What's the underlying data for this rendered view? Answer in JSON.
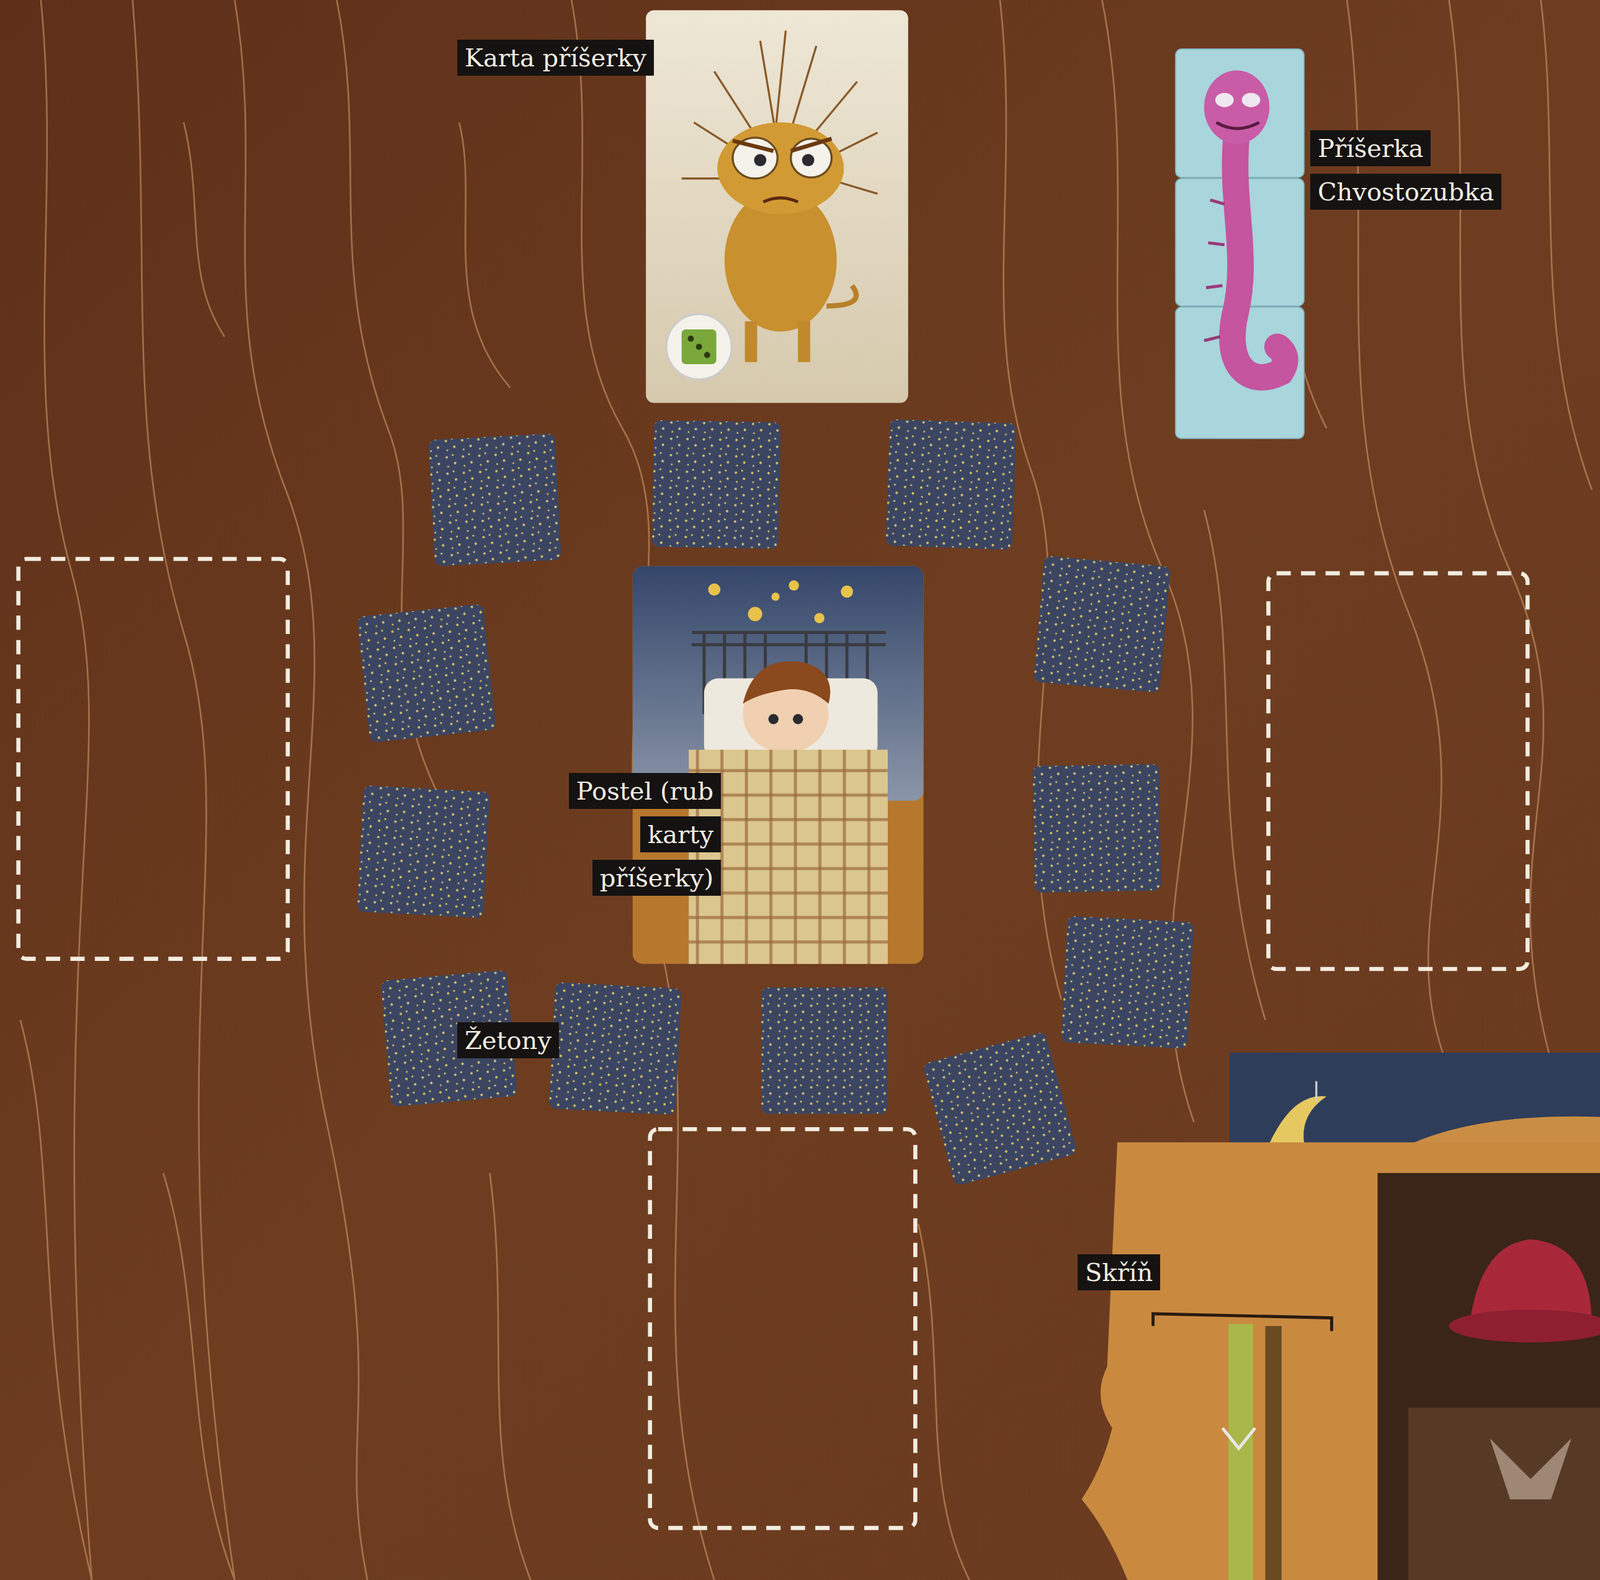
{
  "diagram": {
    "labels": [
      "Karta příšerky",
      "Příšerka Chvostozubka",
      "Postel (rub karty příšerky)",
      "Žetony",
      "Skříň"
    ]
  }
}
